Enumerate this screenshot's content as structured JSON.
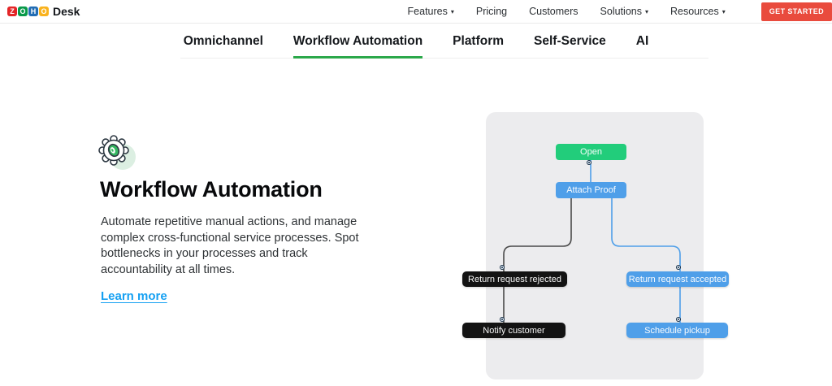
{
  "brand": {
    "letters": [
      {
        "char": "Z",
        "color": "#E42527"
      },
      {
        "char": "O",
        "color": "#089949"
      },
      {
        "char": "H",
        "color": "#226DB4"
      },
      {
        "char": "O",
        "color": "#F9B21D"
      }
    ],
    "product_name": "Desk"
  },
  "icons": {
    "chevron_down": "▾"
  },
  "header": {
    "nav": [
      {
        "label": "Features",
        "dropdown": true
      },
      {
        "label": "Pricing",
        "dropdown": false
      },
      {
        "label": "Customers",
        "dropdown": false
      },
      {
        "label": "Solutions",
        "dropdown": true
      },
      {
        "label": "Resources",
        "dropdown": true
      }
    ],
    "cta_label": "GET STARTED",
    "cta_color": "#E94B3D"
  },
  "tabs": {
    "items": [
      "Omnichannel",
      "Workflow Automation",
      "Platform",
      "Self-Service",
      "AI"
    ],
    "active": "Workflow Automation",
    "active_underline_color": "#2BA84A"
  },
  "feature": {
    "icon": "gear-icon",
    "title": "Workflow Automation",
    "description": "Automate repetitive manual actions, and manage complex cross-functional service processes. Spot bottlenecks in your processes and track accountability at all times.",
    "link_label": "Learn more",
    "link_color": "#15A0F2"
  },
  "diagram": {
    "panel_color": "#ECECEE",
    "edge_colors": {
      "dark": "#4A4A4A",
      "blue": "#4F9FE9"
    },
    "nodes": [
      {
        "id": "open",
        "label": "Open",
        "color": "#22CD7B"
      },
      {
        "id": "attach-proof",
        "label": "Attach Proof",
        "color": "#4F9FE9"
      },
      {
        "id": "return-request-rejected",
        "label": "Return request rejected",
        "color": "#131313"
      },
      {
        "id": "return-request-accepted",
        "label": "Return request accepted",
        "color": "#4F9FE9"
      },
      {
        "id": "notify-customer",
        "label": "Notify customer",
        "color": "#131313"
      },
      {
        "id": "schedule-pickup",
        "label": "Schedule pickup",
        "color": "#4F9FE9"
      }
    ],
    "edges": [
      {
        "from": "open",
        "to": "attach-proof",
        "color": "blue"
      },
      {
        "from": "attach-proof",
        "to": "return-request-rejected",
        "color": "dark"
      },
      {
        "from": "attach-proof",
        "to": "return-request-accepted",
        "color": "blue"
      },
      {
        "from": "return-request-rejected",
        "to": "notify-customer",
        "color": "dark"
      },
      {
        "from": "return-request-accepted",
        "to": "schedule-pickup",
        "color": "blue"
      }
    ]
  }
}
